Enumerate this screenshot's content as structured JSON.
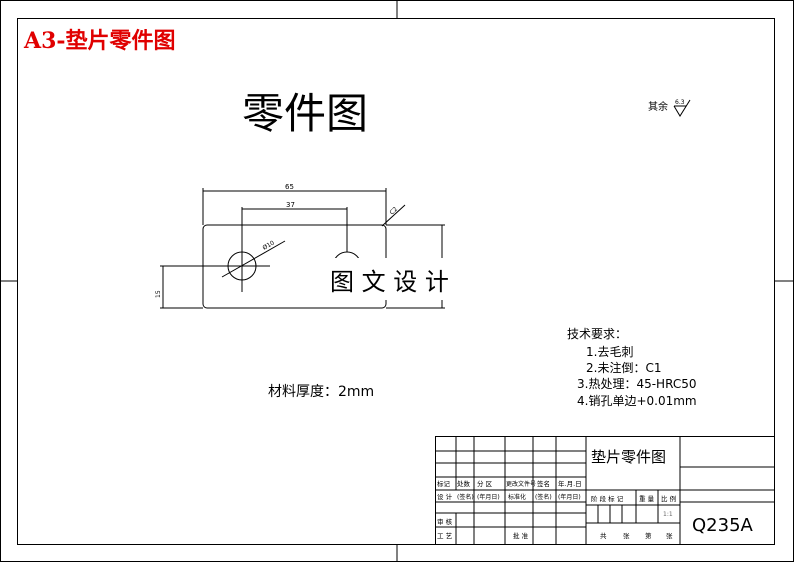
{
  "header": {
    "sheet_label": "A3-垫片零件图",
    "sheet_label_color": "#e00000"
  },
  "drawing": {
    "title": "零件图",
    "roughness": {
      "label": "其余",
      "value": "6.3"
    },
    "dimensions": {
      "overall_width": "65",
      "hole_spacing": "37",
      "hole_diameter": "Ø10",
      "chamfer": "C2",
      "hole_height": "15"
    },
    "watermark": "图 文 设 计",
    "material_note": "材料厚度：2mm",
    "tech_requirements": {
      "heading": "技术要求：",
      "items": [
        "1.去毛刺",
        "2.未注倒：C1",
        "3.热处理：45-HRC50",
        "4.销孔单边+0.01mm"
      ]
    }
  },
  "title_block": {
    "part_name": "垫片零件图",
    "material": "Q235A",
    "scale": "1:1",
    "header_row": [
      "标记",
      "处数",
      "分 区",
      "更改文件号",
      "签名",
      "年.月.日"
    ],
    "design_row": [
      "设 计",
      "(签名)",
      "(年月日)",
      "标准化",
      "(签名)",
      "(年月日)"
    ],
    "stage_labels": "阶 段 标 记",
    "weight": "重 量",
    "ratio": "比 例",
    "review": "审 核",
    "process": "工 艺",
    "approve": "批 准",
    "sheets": [
      "共",
      "张",
      "第",
      "张"
    ]
  }
}
